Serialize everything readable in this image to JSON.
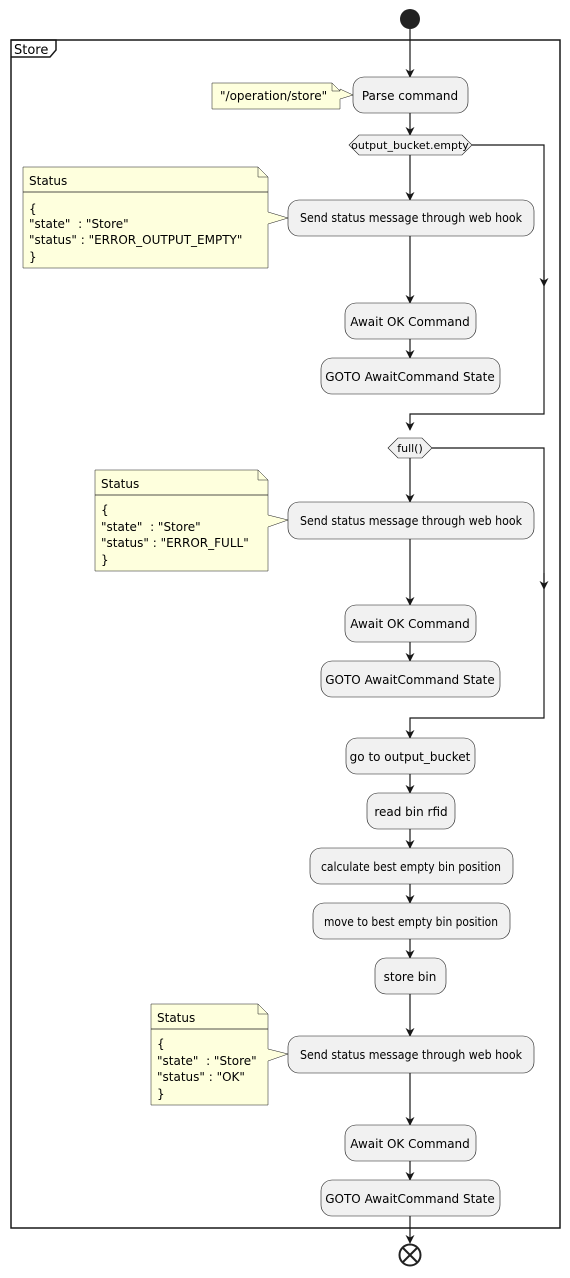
{
  "diagram": {
    "partition": "Store",
    "activities": {
      "parse_command": "Parse command",
      "send_status_1": "Send status message through web hook",
      "await_ok_1": "Await OK Command",
      "goto_await_1": "GOTO AwaitCommand State",
      "send_status_2": "Send status message through web hook",
      "await_ok_2": "Await OK Command",
      "goto_await_2": "GOTO AwaitCommand State",
      "go_to_output_bucket": "go to output_bucket",
      "read_bin_rfid": "read bin rfid",
      "calculate_best_empty": "calculate best empty bin position",
      "move_to_best_empty": "move to best empty bin position",
      "store_bin": "store bin",
      "send_status_3": "Send status message through web hook",
      "await_ok_3": "Await OK Command",
      "goto_await_3": "GOTO AwaitCommand State"
    },
    "decisions": {
      "output_bucket_empty": "output_bucket.empty",
      "full": "full()"
    },
    "notes": {
      "operation_store": "\"/operation/store\"",
      "status_empty": {
        "title": "Status",
        "lines": [
          "{",
          "\"state\"  : \"Store\"",
          "\"status\" : \"ERROR_OUTPUT_EMPTY\"",
          "}"
        ]
      },
      "status_full": {
        "title": "Status",
        "lines": [
          "{",
          "\"state\"  : \"Store\"",
          "\"status\" : \"ERROR_FULL\"",
          "}"
        ]
      },
      "status_ok": {
        "title": "Status",
        "lines": [
          "{",
          "\"state\"  : \"Store\"",
          "\"status\" : \"OK\"",
          "}"
        ]
      }
    },
    "colors": {
      "activity_fill": "#F1F1F1",
      "activity_border": "#181818",
      "note_fill": "#FEFFDD",
      "line": "#181818"
    }
  }
}
